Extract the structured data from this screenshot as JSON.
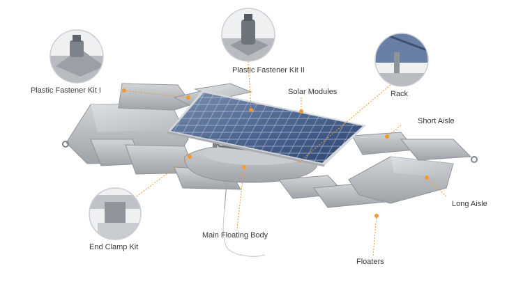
{
  "diagram": {
    "accent_color": "#f39a2b",
    "labels": {
      "fastener_kit_1": "Plastic Fastener Kit I",
      "fastener_kit_2": "Plastic Fastener Kit II",
      "solar_modules": "Solar Modules",
      "rack": "Rack",
      "short_aisle": "Short Aisle",
      "long_aisle": "Long Aisle",
      "end_clamp_kit": "End Clamp Kit",
      "main_floating_body": "Main Floating Body",
      "floaters": "Floaters"
    }
  }
}
